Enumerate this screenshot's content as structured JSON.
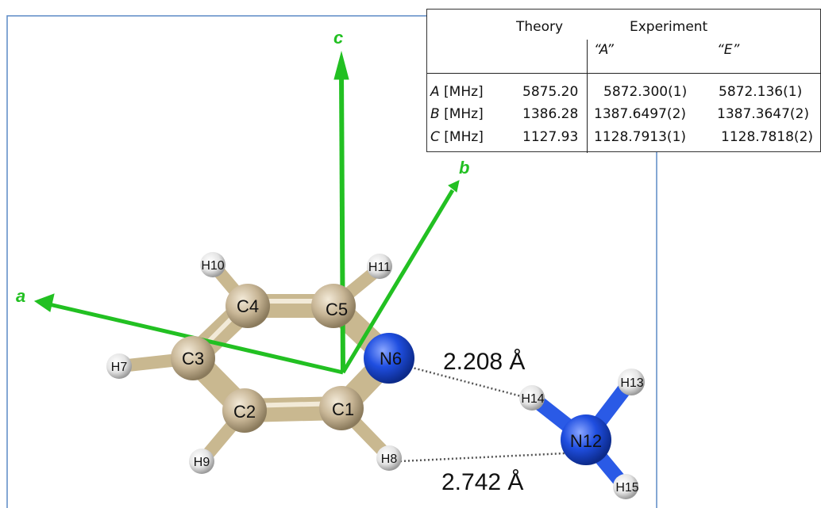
{
  "axes": {
    "a": {
      "label": "a",
      "color": "#22c022"
    },
    "b": {
      "label": "b",
      "color": "#22c022"
    },
    "c": {
      "label": "c",
      "color": "#22c022"
    }
  },
  "atoms": {
    "C1": "C1",
    "C2": "C2",
    "C3": "C3",
    "C4": "C4",
    "C5": "C5",
    "N6": "N6",
    "H7": "H7",
    "H8": "H8",
    "H9": "H9",
    "H10": "H10",
    "H11": "H11",
    "N12": "N12",
    "H13": "H13",
    "H14": "H14",
    "H15": "H15"
  },
  "colors": {
    "carbon": "#c8b696",
    "nitrogen": "#1f4ee0",
    "hydrogen": "#e8e8e8",
    "bond": "#d2c4a6"
  },
  "distances": {
    "n6_h14": "2.208 Å",
    "h8_n12": "2.742 Å"
  },
  "table": {
    "col_theory": "Theory",
    "col_experiment": "Experiment",
    "sub_a": "“A”",
    "sub_e": "“E”",
    "rows": [
      {
        "param": "A",
        "unit": " [MHz]",
        "theory": "5875.20",
        "exp_a": "5872.300(1)",
        "exp_e": "5872.136(1)"
      },
      {
        "param": "B",
        "unit": " [MHz]",
        "theory": "1386.28",
        "exp_a": "1387.6497(2)",
        "exp_e": "1387.3647(2)"
      },
      {
        "param": "C",
        "unit": " [MHz]",
        "theory": "1127.93",
        "exp_a": "1128.7913(1)",
        "exp_e": "1128.7818(2)"
      }
    ]
  }
}
